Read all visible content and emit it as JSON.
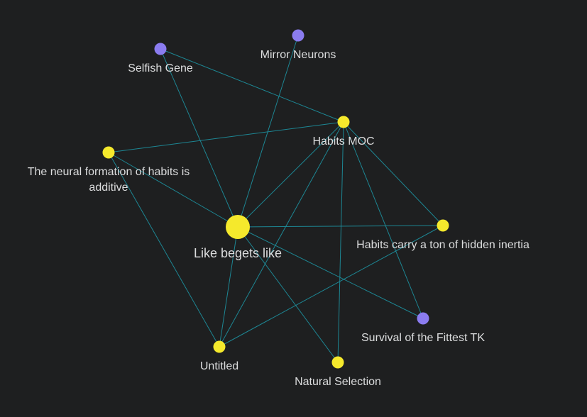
{
  "colors": {
    "background": "#1e1f20",
    "edge": "#1e8c9a",
    "note_node": "#f5e92c",
    "unresolved_node": "#8b7cf0",
    "label": "#dcddde"
  },
  "graph": {
    "nodes": [
      {
        "id": "like-begets-like",
        "label": "Like begets like",
        "kind": "note",
        "focus": true
      },
      {
        "id": "habits-moc",
        "label": "Habits MOC",
        "kind": "note"
      },
      {
        "id": "neural-formation",
        "label_lines": [
          "The neural formation of habits is",
          "additive"
        ],
        "kind": "note"
      },
      {
        "id": "hidden-inertia",
        "label": "Habits carry a ton of hidden inertia",
        "kind": "note"
      },
      {
        "id": "untitled",
        "label": "Untitled",
        "kind": "note"
      },
      {
        "id": "natural-selection",
        "label": "Natural Selection",
        "kind": "note"
      },
      {
        "id": "selfish-gene",
        "label": "Selfish Gene",
        "kind": "unresolved"
      },
      {
        "id": "mirror-neurons",
        "label": "Mirror Neurons",
        "kind": "unresolved"
      },
      {
        "id": "survival-fittest",
        "label": "Survival of the Fittest TK",
        "kind": "unresolved"
      }
    ],
    "edges": [
      [
        "like-begets-like",
        "habits-moc"
      ],
      [
        "like-begets-like",
        "neural-formation"
      ],
      [
        "like-begets-like",
        "hidden-inertia"
      ],
      [
        "like-begets-like",
        "untitled"
      ],
      [
        "like-begets-like",
        "natural-selection"
      ],
      [
        "like-begets-like",
        "selfish-gene"
      ],
      [
        "like-begets-like",
        "mirror-neurons"
      ],
      [
        "like-begets-like",
        "survival-fittest"
      ],
      [
        "habits-moc",
        "selfish-gene"
      ],
      [
        "habits-moc",
        "neural-formation"
      ],
      [
        "habits-moc",
        "hidden-inertia"
      ],
      [
        "habits-moc",
        "untitled"
      ],
      [
        "habits-moc",
        "natural-selection"
      ],
      [
        "habits-moc",
        "survival-fittest"
      ],
      [
        "neural-formation",
        "untitled"
      ],
      [
        "hidden-inertia",
        "untitled"
      ]
    ]
  }
}
